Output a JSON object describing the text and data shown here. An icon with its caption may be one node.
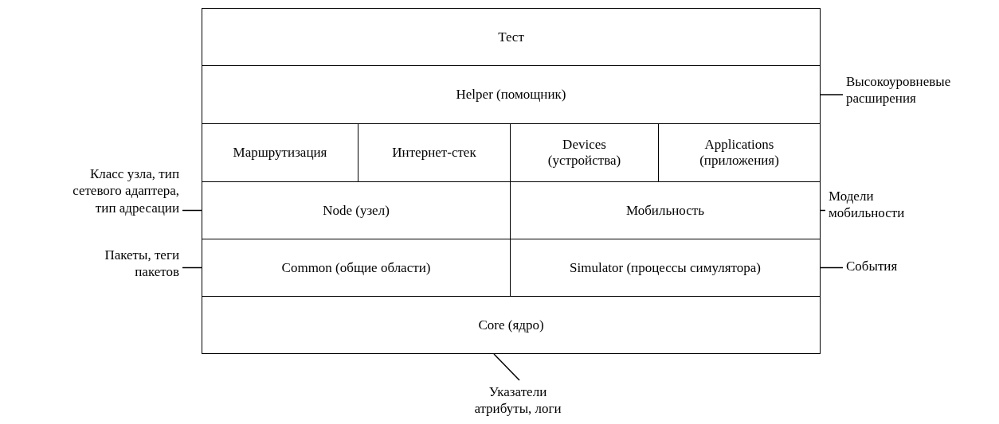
{
  "diagram": {
    "nodes": [
      {
        "text": [
          "Тест"
        ]
      },
      {
        "text": [
          "Helper (помощник)"
        ]
      },
      {
        "text": [
          "Маршрутизация"
        ]
      },
      {
        "text": [
          "Интернет-стек"
        ]
      },
      {
        "text": [
          "Devices (устройства)"
        ]
      },
      {
        "text": [
          "Applications (приложения)"
        ]
      },
      {
        "text": [
          "Node (узел)"
        ]
      },
      {
        "text": [
          "Мобильность"
        ]
      },
      {
        "text": [
          "Common (общие области)"
        ]
      },
      {
        "text": [
          "Simulator (процессы симулятора)"
        ]
      },
      {
        "text": [
          "Core (ядро)"
        ]
      },
      {
        "text": [
          "Высокоуровневые расширения"
        ]
      },
      {
        "text": [
          "Класс узла, тип сетевого адаптера, тип адресации"
        ]
      },
      {
        "text": [
          "Модели мобильности"
        ]
      },
      {
        "text": [
          "Пакеты, теги пакетов"
        ]
      },
      {
        "text": [
          "События"
        ]
      },
      {
        "text": [
          "Указатели атрибуты, логи"
        ]
      }
    ],
    "edges": [
      {
        "from": 11,
        "to": 1,
        "arrow": "none"
      },
      {
        "from": 12,
        "to": 6,
        "arrow": "none"
      },
      {
        "from": 13,
        "to": 7,
        "arrow": "none"
      },
      {
        "from": 14,
        "to": 8,
        "arrow": "none"
      },
      {
        "from": 15,
        "to": 9,
        "arrow": "none"
      },
      {
        "from": 16,
        "to": 10,
        "arrow": "none"
      }
    ]
  }
}
